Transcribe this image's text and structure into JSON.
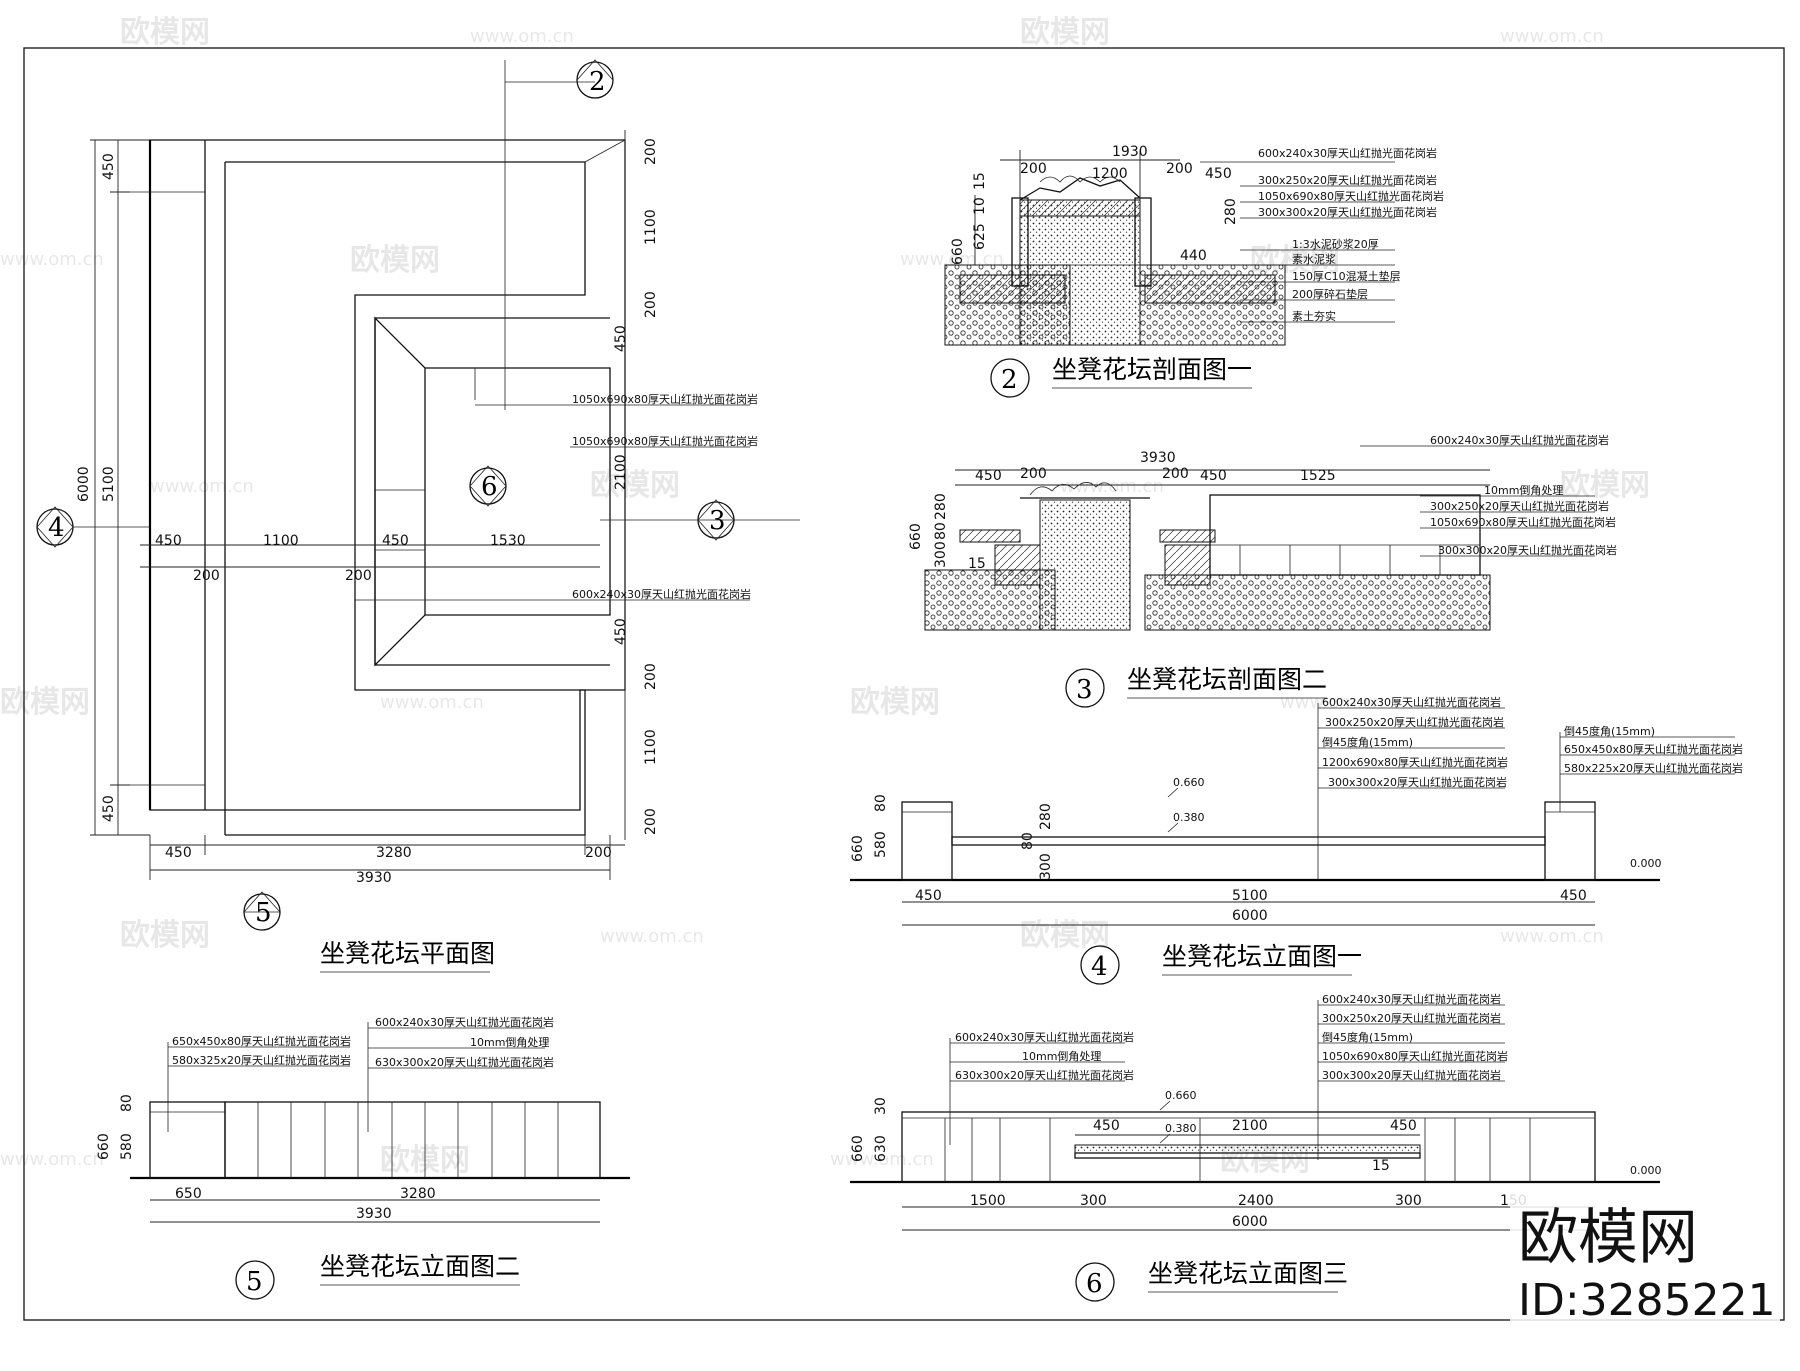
{
  "watermark": {
    "brand": "欧模网",
    "url": "www.om.cn"
  },
  "corner": {
    "brand": "欧模网",
    "id": "ID:3285221"
  },
  "plan": {
    "title": "坐凳花坛平面图",
    "dims": {
      "left_total": "6000",
      "left_a": "5100",
      "left_top": "450",
      "left_bot": "450",
      "right_1": "200",
      "right_2": "1100",
      "right_3": "200",
      "right_4": "450",
      "right_5": "2100",
      "right_6": "450",
      "right_7": "200",
      "right_8": "1100",
      "right_9": "200",
      "mid_1": "450",
      "mid_2": "1100",
      "mid_3": "450",
      "mid_4": "1530",
      "mid_5": "200",
      "mid_6": "200",
      "bot_1": "450",
      "bot_2": "3280",
      "bot_3": "200",
      "bot_total": "3930"
    },
    "notes": {
      "n1": "1050x690x80厚天山红抛光面花岗岩",
      "n2": "1050x690x80厚天山红抛光面花岗岩",
      "n3": "600x240x30厚天山红抛光面花岗岩"
    },
    "marks": {
      "m2": "2",
      "m4": "4",
      "m6": "6",
      "m3": "3",
      "m5": "5"
    }
  },
  "sec1": {
    "title": "坐凳花坛剖面图一",
    "num": "2",
    "dims": {
      "top": "1930",
      "d200a": "200",
      "d200b": "200",
      "d450": "450",
      "d660": "660",
      "d625": "625",
      "d15": "15",
      "d10": "10",
      "d280": "280",
      "d440": "440",
      "d1200": "1200"
    },
    "notes": [
      "600x240x30厚天山红抛光面花岗岩",
      "300x250x20厚天山红抛光面花岗岩",
      "1050x690x80厚天山红抛光面花岗岩",
      "300x300x20厚天山红抛光面花岗岩",
      "1:3水泥砂浆20厚",
      "素水泥浆",
      "150厚C10混凝土垫层",
      "200厚碎石垫层",
      "素土夯实"
    ]
  },
  "sec2": {
    "title": "坐凳花坛剖面图二",
    "num": "3",
    "dims": {
      "top": "3930",
      "d450a": "450",
      "d200a": "200",
      "d200b": "200",
      "d450b": "450",
      "d1525": "1525",
      "d660": "660",
      "d280": "280",
      "d300": "300",
      "d80": "80",
      "d15": "15"
    },
    "notes": [
      "600x240x30厚天山红抛光面花岗岩",
      "10mm倒角处理",
      "300x250x20厚天山红抛光面花岗岩",
      "1050x690x80厚天山红抛光面花岗岩",
      "300x300x20厚天山红抛光面花岗岩"
    ]
  },
  "elev1": {
    "title": "坐凳花坛立面图一",
    "num": "4",
    "levels": {
      "l1": "0.660",
      "l2": "0.380",
      "l3": "0.000"
    },
    "dims": {
      "b1": "450",
      "b2": "5100",
      "b3": "450",
      "total": "6000",
      "h660": "660",
      "h580": "580",
      "h80": "80",
      "h280": "280",
      "h80b": "80",
      "h300": "300"
    },
    "notes_left": [
      "600x240x30厚天山红抛光面花岗岩",
      "300x250x20厚天山红抛光面花岗岩",
      "倒45度角(15mm)",
      "1200x690x80厚天山红抛光面花岗岩",
      "300x300x20厚天山红抛光面花岗岩"
    ],
    "notes_right": [
      "倒45度角(15mm)",
      "650x450x80厚天山红抛光面花岗岩",
      "580x225x20厚天山红抛光面花岗岩"
    ]
  },
  "elev2": {
    "title": "坐凳花坛立面图二",
    "num": "5",
    "dims": {
      "b1": "650",
      "b2": "3280",
      "total": "3930",
      "h660": "660",
      "h580": "580",
      "h80": "80"
    },
    "notes_left": [
      "650x450x80厚天山红抛光面花岗岩",
      "580x325x20厚天山红抛光面花岗岩"
    ],
    "notes_right": [
      "600x240x30厚天山红抛光面花岗岩",
      "10mm倒角处理",
      "630x300x20厚天山红抛光面花岗岩"
    ]
  },
  "elev3": {
    "title": "坐凳花坛立面图三",
    "num": "6",
    "levels": {
      "l1": "0.660",
      "l2": "0.380",
      "l3": "0.000"
    },
    "dims": {
      "t1": "450",
      "t2": "2100",
      "t3": "450",
      "b1": "1500",
      "b2": "300",
      "b3": "2400",
      "b4": "300",
      "b5": "150",
      "total": "6000",
      "h660": "660",
      "h630": "630",
      "h30": "30",
      "h15": "15"
    },
    "notes_left": [
      "600x240x30厚天山红抛光面花岗岩",
      "10mm倒角处理",
      "630x300x20厚天山红抛光面花岗岩"
    ],
    "notes_right": [
      "600x240x30厚天山红抛光面花岗岩",
      "300x250x20厚天山红抛光面花岗岩",
      "倒45度角(15mm)",
      "1050x690x80厚天山红抛光面花岗岩",
      "300x300x20厚天山红抛光面花岗岩"
    ]
  }
}
